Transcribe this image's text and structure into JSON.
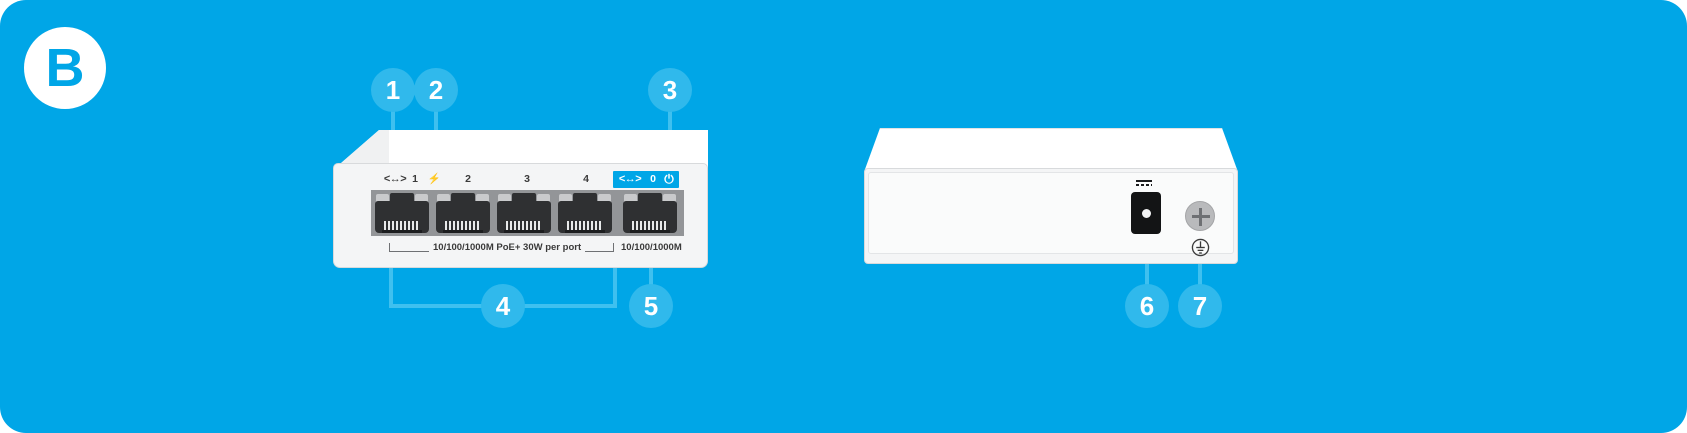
{
  "badge": {
    "letter": "B"
  },
  "colors": {
    "background": "#00a6e7",
    "callout": "#30b9ec",
    "leader": "#3fc0ef",
    "badge_text": "#00a6e7",
    "panel": "#f4f5f6",
    "port_strip": "#939598",
    "jack": "#2f3032"
  },
  "callouts": [
    {
      "id": "callout-1",
      "number": "1"
    },
    {
      "id": "callout-2",
      "number": "2"
    },
    {
      "id": "callout-3",
      "number": "3"
    },
    {
      "id": "callout-4",
      "number": "4"
    },
    {
      "id": "callout-5",
      "number": "5"
    },
    {
      "id": "callout-6",
      "number": "6"
    },
    {
      "id": "callout-7",
      "number": "7"
    }
  ],
  "front_panel": {
    "port_labels": [
      {
        "name": "link-act-icon",
        "text": "<↔>"
      },
      {
        "name": "port-number-1",
        "text": "1"
      },
      {
        "name": "poe-bolt-icon",
        "text": "⚡"
      },
      {
        "name": "port-number-2",
        "text": "2"
      },
      {
        "name": "port-number-3",
        "text": "3"
      },
      {
        "name": "port-number-4",
        "text": "4"
      }
    ],
    "uplink_band": {
      "link_icon": "<↔>",
      "port_number": "0"
    },
    "power_icon": "⏻",
    "bracket_left_text": "10/100/1000M PoE+ 30W per port",
    "bracket_right_text": "10/100/1000M",
    "ports": [
      {
        "name": "rj45-port-1"
      },
      {
        "name": "rj45-port-2"
      },
      {
        "name": "rj45-port-3"
      },
      {
        "name": "rj45-port-4"
      },
      {
        "name": "rj45-port-0-uplink"
      }
    ]
  },
  "rear_panel": {
    "dc_input_name": "dc-power-jack",
    "dc_symbol_name": "dc-voltage-icon",
    "ground_screw_name": "ground-screw",
    "ground_symbol_name": "earth-ground-icon"
  }
}
